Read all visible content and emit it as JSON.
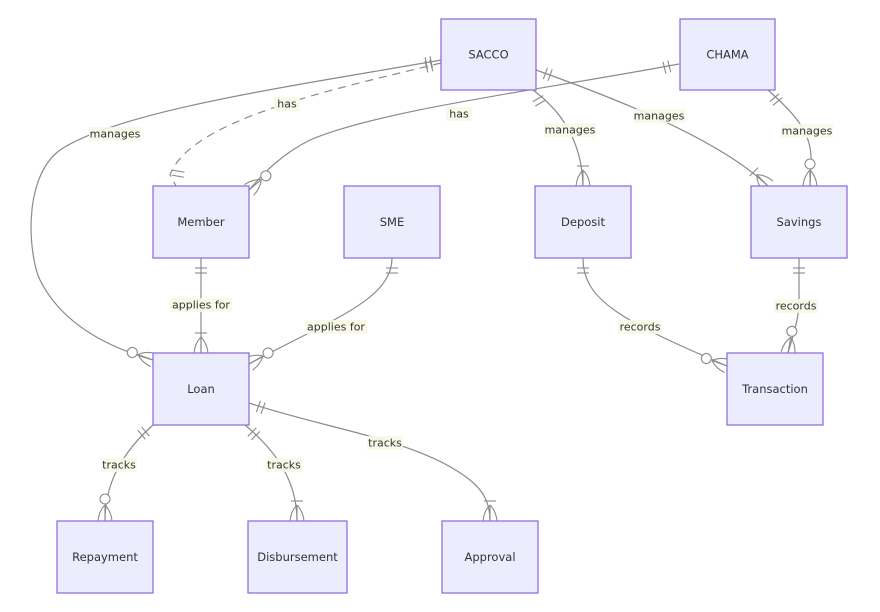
{
  "diagram": {
    "type": "entity-relationship",
    "colors": {
      "entity_fill": "#ECECFF",
      "entity_border": "#9370DB",
      "line": "#8a8a8a",
      "text": "#333333",
      "label_bg": "#f8f8e8"
    },
    "entities": [
      {
        "id": "SACCO",
        "label": "SACCO"
      },
      {
        "id": "CHAMA",
        "label": "CHAMA"
      },
      {
        "id": "Member",
        "label": "Member"
      },
      {
        "id": "SME",
        "label": "SME"
      },
      {
        "id": "Deposit",
        "label": "Deposit"
      },
      {
        "id": "Savings",
        "label": "Savings"
      },
      {
        "id": "Loan",
        "label": "Loan"
      },
      {
        "id": "Transaction",
        "label": "Transaction"
      },
      {
        "id": "Repayment",
        "label": "Repayment"
      },
      {
        "id": "Disbursement",
        "label": "Disbursement"
      },
      {
        "id": "Approval",
        "label": "Approval"
      }
    ],
    "relationships": [
      {
        "from": "SACCO",
        "to": "Member",
        "label": "has",
        "from_card": "exactly-one",
        "to_card": "exactly-one",
        "identifying": false
      },
      {
        "from": "SACCO",
        "to": "Loan",
        "label": "manages",
        "from_card": "exactly-one",
        "to_card": "zero-or-more",
        "identifying": true
      },
      {
        "from": "CHAMA",
        "to": "Member",
        "label": "has",
        "from_card": "exactly-one",
        "to_card": "zero-or-more",
        "identifying": true
      },
      {
        "from": "SACCO",
        "to": "Deposit",
        "label": "manages",
        "from_card": "exactly-one",
        "to_card": "one-or-more",
        "identifying": true
      },
      {
        "from": "SACCO",
        "to": "Savings",
        "label": "manages",
        "from_card": "exactly-one",
        "to_card": "one-or-more",
        "identifying": true
      },
      {
        "from": "CHAMA",
        "to": "Savings",
        "label": "manages",
        "from_card": "exactly-one",
        "to_card": "zero-or-more",
        "identifying": true
      },
      {
        "from": "Member",
        "to": "Loan",
        "label": "applies for",
        "from_card": "exactly-one",
        "to_card": "one-or-more",
        "identifying": true
      },
      {
        "from": "SME",
        "to": "Loan",
        "label": "applies for",
        "from_card": "exactly-one",
        "to_card": "zero-or-more",
        "identifying": true
      },
      {
        "from": "Deposit",
        "to": "Transaction",
        "label": "records",
        "from_card": "exactly-one",
        "to_card": "zero-or-more",
        "identifying": true
      },
      {
        "from": "Savings",
        "to": "Transaction",
        "label": "records",
        "from_card": "exactly-one",
        "to_card": "zero-or-more",
        "identifying": true
      },
      {
        "from": "Loan",
        "to": "Repayment",
        "label": "tracks",
        "from_card": "exactly-one",
        "to_card": "zero-or-more",
        "identifying": true
      },
      {
        "from": "Loan",
        "to": "Disbursement",
        "label": "tracks",
        "from_card": "exactly-one",
        "to_card": "one-or-more",
        "identifying": true
      },
      {
        "from": "Loan",
        "to": "Approval",
        "label": "tracks",
        "from_card": "exactly-one",
        "to_card": "one-or-more",
        "identifying": true
      }
    ]
  }
}
